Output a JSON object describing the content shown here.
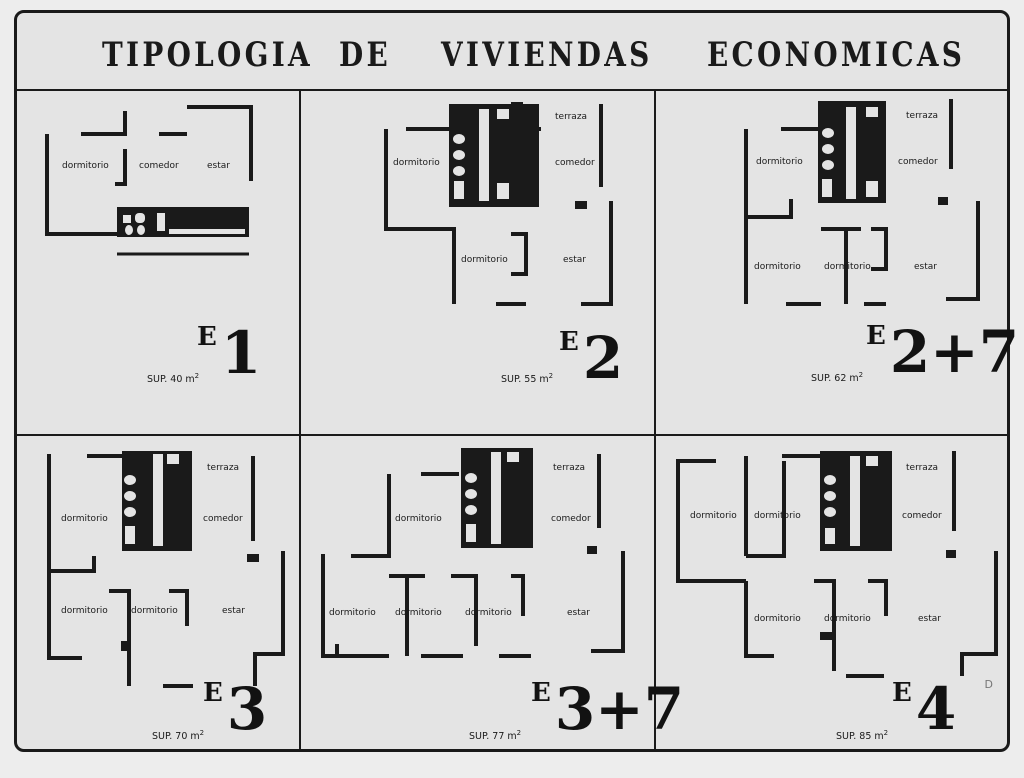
{
  "title": {
    "word1": "TIPOLOGIA",
    "word2": "DE",
    "word3": "VIVIENDAS",
    "word4": "ECONOMICAS"
  },
  "units": [
    {
      "code_letter": "E",
      "code_number": "1",
      "area_label": "SUP. 40 m",
      "area_exponent": "2",
      "rooms": [
        "dormitorio",
        "comedor",
        "estar"
      ]
    },
    {
      "code_letter": "E",
      "code_number": "2",
      "area_label": "SUP. 55 m",
      "area_exponent": "2",
      "rooms": [
        "terraza",
        "dormitorio",
        "comedor",
        "dormitorio",
        "estar"
      ]
    },
    {
      "code_letter": "E",
      "code_number": "2+7",
      "area_label": "SUP. 62 m",
      "area_exponent": "2",
      "rooms": [
        "terraza",
        "dormitorio",
        "comedor",
        "dormitorio",
        "dormitorio",
        "estar"
      ]
    },
    {
      "code_letter": "E",
      "code_number": "3",
      "area_label": "SUP. 70 m",
      "area_exponent": "2",
      "rooms": [
        "terraza",
        "dormitorio",
        "comedor",
        "dormitorio",
        "dormitorio",
        "estar"
      ]
    },
    {
      "code_letter": "E",
      "code_number": "3+7",
      "area_label": "SUP. 77 m",
      "area_exponent": "2",
      "rooms": [
        "terraza",
        "dormitorio",
        "comedor",
        "dormitorio",
        "dormitorio",
        "dormitorio",
        "estar"
      ]
    },
    {
      "code_letter": "E",
      "code_number": "4",
      "area_label": "SUP. 85 m",
      "area_exponent": "2",
      "rooms": [
        "terraza",
        "dormitorio",
        "dormitorio",
        "comedor",
        "dormitorio",
        "dormitorio",
        "estar"
      ]
    }
  ],
  "catalog_mark": "D",
  "colors": {
    "ink": "#1a1a1a",
    "paper": "#e4e4e4"
  }
}
